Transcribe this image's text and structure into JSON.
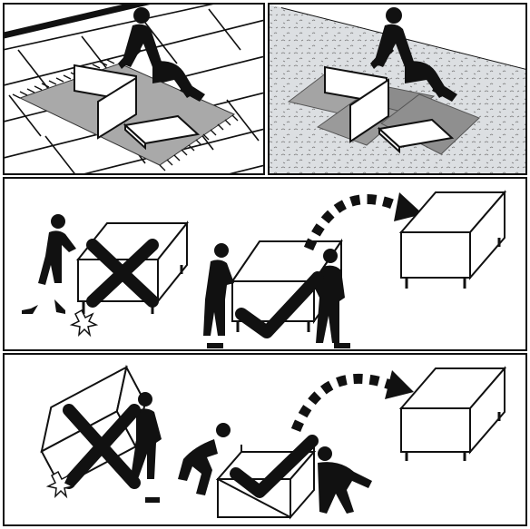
{
  "panels": [
    {
      "id": "floor-tiles",
      "icon": "kneeling-worker-on-rug-icon"
    },
    {
      "id": "floor-carpet",
      "icon": "kneeling-worker-on-cardboard-icon"
    },
    {
      "id": "move-wrong-right-1",
      "icons": [
        "wrong-lift-drag-icon",
        "correct-two-person-carry-icon",
        "arrow-to-destination-icon"
      ]
    },
    {
      "id": "move-wrong-right-2",
      "icons": [
        "wrong-tilt-carry-icon",
        "correct-lift-together-icon",
        "arrow-to-destination-icon"
      ]
    }
  ],
  "colors": {
    "ink": "#111111",
    "rug": "#a9a9a9",
    "sheet": "#8c8c8c",
    "carpet": "#d9dcdf",
    "paper": "#ffffff"
  }
}
